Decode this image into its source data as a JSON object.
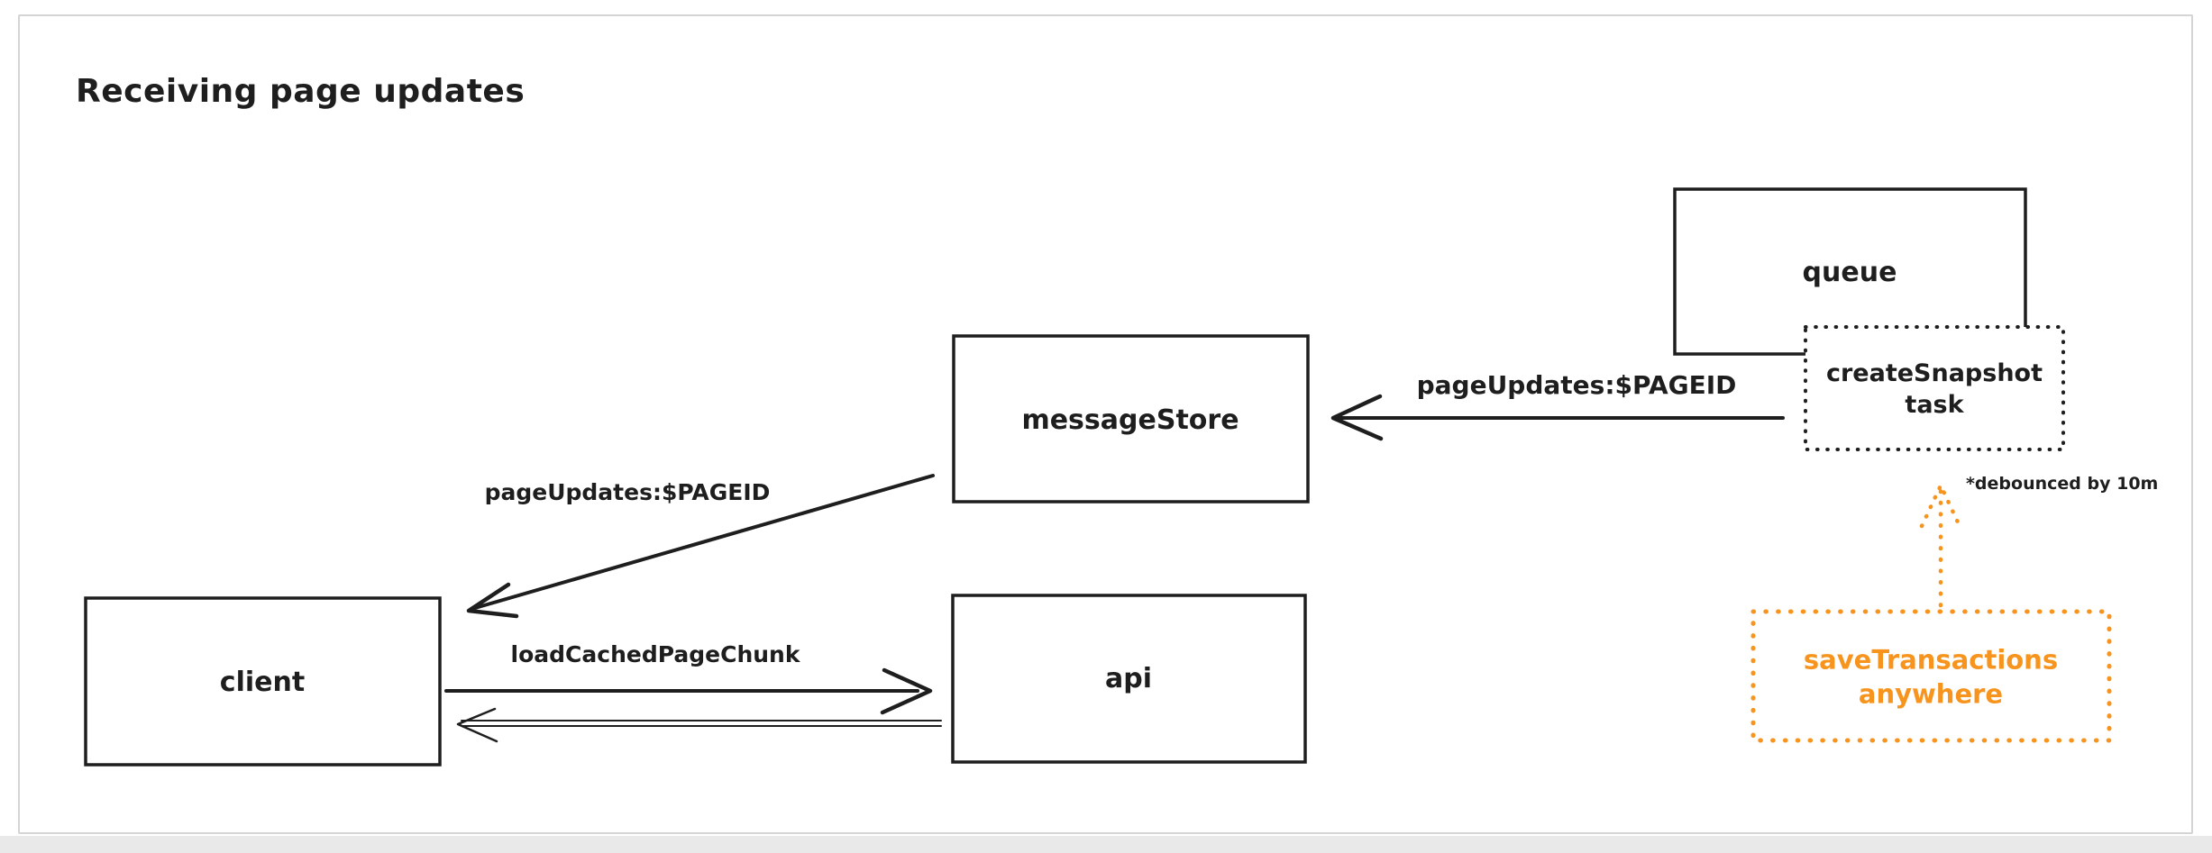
{
  "page": {
    "title": "Receiving page updates"
  },
  "colors": {
    "ink": "#1e1e1e",
    "accent_orange": "#f7941e",
    "canvas_border": "#d4d4d4",
    "page_bottom_strip": "#e9e9e9"
  },
  "diagram": {
    "nodes": [
      {
        "id": "queue",
        "label": "queue",
        "border": "solid",
        "color": "ink"
      },
      {
        "id": "create-snapshot-task",
        "label_lines": [
          "createSnapshot",
          "task"
        ],
        "border": "dotted",
        "color": "ink"
      },
      {
        "id": "message-store",
        "label": "messageStore",
        "border": "solid",
        "color": "ink"
      },
      {
        "id": "client",
        "label": "client",
        "border": "solid",
        "color": "ink"
      },
      {
        "id": "api",
        "label": "api",
        "border": "solid",
        "color": "ink"
      },
      {
        "id": "save-transactions-anywhere",
        "label_lines": [
          "saveTransactions",
          "anywhere"
        ],
        "border": "dotted",
        "color": "accent_orange"
      }
    ],
    "edges": [
      {
        "from": "create-snapshot-task",
        "to": "message-store",
        "label": "pageUpdates:$PAGEID",
        "style": "solid-arrow"
      },
      {
        "from": "message-store",
        "to": "client",
        "label": "pageUpdates:$PAGEID",
        "style": "solid-arrow"
      },
      {
        "from": "client",
        "to": "api",
        "label": "loadCachedPageChunk",
        "style": "solid-arrow"
      },
      {
        "from": "api",
        "to": "client",
        "label": "",
        "style": "thin-double-arrow"
      },
      {
        "from": "save-transactions-anywhere",
        "to": "create-snapshot-task",
        "label": "",
        "style": "dotted-arrow",
        "color": "accent_orange"
      }
    ],
    "annotations": [
      {
        "id": "debounce-note",
        "text": "*debounced by 10m"
      }
    ]
  }
}
